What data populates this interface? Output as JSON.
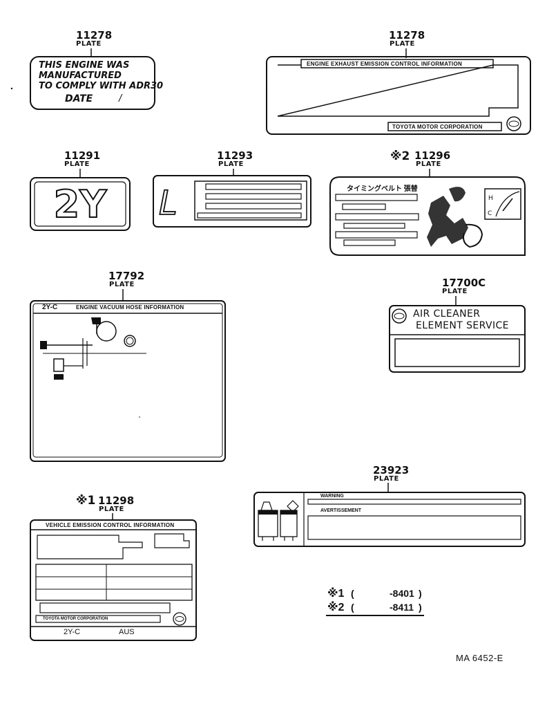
{
  "diagram_code": "MA  6452-E",
  "parts": {
    "p11278a": {
      "number": "11278",
      "name": "PLATE",
      "lines": [
        "THIS ENGINE WAS",
        "MANUFACTURED",
        "TO COMPLY WITH ADR30"
      ],
      "date_label": "DATE",
      "date_sep": "/"
    },
    "p11278b": {
      "number": "11278",
      "name": "PLATE",
      "title": "ENGINE EXHAUST EMISSION CONTROL INFORMATION",
      "maker": "TOYOTA MOTOR CORPORATION"
    },
    "p11291": {
      "number": "11291",
      "name": "PLATE",
      "text": "2Y"
    },
    "p11293": {
      "number": "11293",
      "name": "PLATE",
      "text": "L"
    },
    "p11296": {
      "marker": "※2",
      "number": "11296",
      "name": "PLATE",
      "title": "タイミングベルト 張替",
      "gauge_h": "H",
      "gauge_c": "C"
    },
    "p17792": {
      "number": "17792",
      "name": "PLATE",
      "engine": "2Y-C",
      "title": "ENGINE VACUUM HOSE INFORMATION"
    },
    "p17700c": {
      "number": "17700C",
      "name": "PLATE",
      "line1": "AIR CLEANER",
      "line2": "ELEMENT SERVICE"
    },
    "p23923": {
      "number": "23923",
      "name": "PLATE",
      "warning": "WARNING",
      "avert": "AVERTISSEMENT"
    },
    "p11298": {
      "marker": "※1",
      "number": "11298",
      "name": "PLATE",
      "title": "VEHICLE EMISSION CONTROL INFORMATION",
      "maker": "TOYOTA MOTOR CORPORATION",
      "engine": "2Y-C",
      "market": "AUS"
    }
  },
  "footnotes": [
    {
      "marker": "※1",
      "open": "(",
      "range": "-8401",
      "close": ")"
    },
    {
      "marker": "※2",
      "open": "(",
      "range": "-8411",
      "close": ")"
    }
  ]
}
